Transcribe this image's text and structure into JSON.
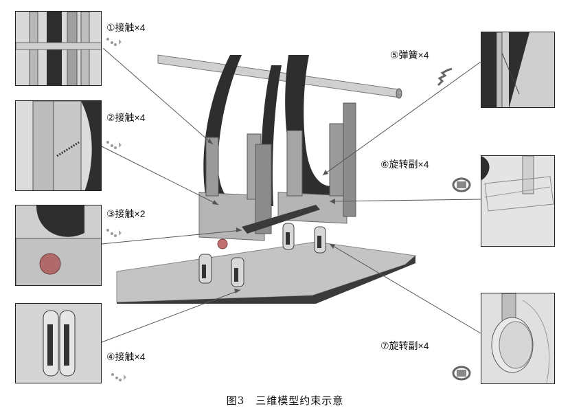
{
  "caption": "图3　三维模型约束示意",
  "labels": [
    "①接触×4",
    "②接触×4",
    "③接触×2",
    "④接触×4",
    "⑤弹簧×4",
    "⑥旋转副×4",
    "⑦旋转副×4"
  ],
  "icons": [
    "contact-icon",
    "contact-icon",
    "contact-icon",
    "contact-icon",
    "spring-icon",
    "revolute-joint-icon",
    "revolute-joint-icon"
  ],
  "colors": {
    "model_gray": "#b8b8b8",
    "dark": "#2a2a2a",
    "leader_line": "#555555"
  }
}
